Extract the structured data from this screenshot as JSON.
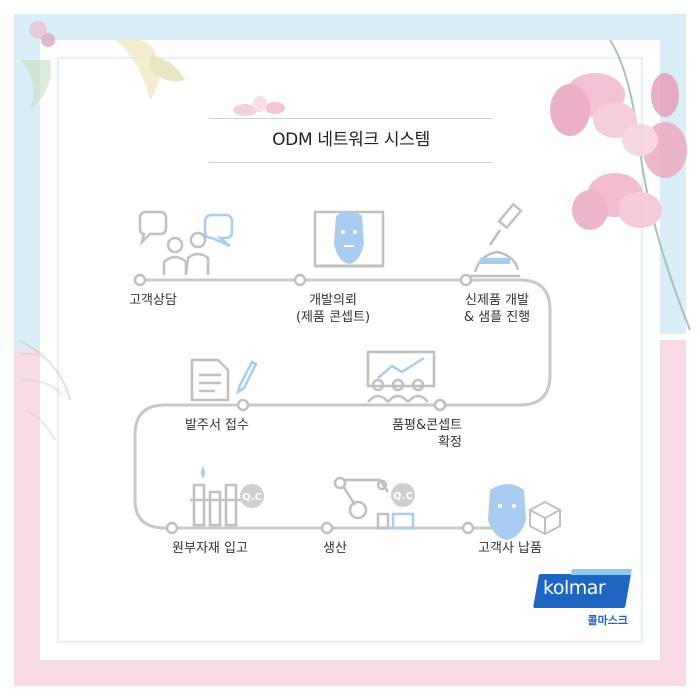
{
  "title": "ODM 네트워크 시스템",
  "steps": [
    {
      "label": "고객상담",
      "icon": "consultation-icon"
    },
    {
      "label": "개발의뢰\n(제품 콘셉트)",
      "icon": "mask-monitor-icon"
    },
    {
      "label": "신제품 개발\n& 샘플 진행",
      "icon": "microscope-icon"
    },
    {
      "label": "발주서 접수",
      "icon": "order-document-icon"
    },
    {
      "label": "품평&콘셉트\n확정",
      "icon": "presentation-icon"
    },
    {
      "label": "원부자재 입고",
      "icon": "materials-qc-icon"
    },
    {
      "label": "생산",
      "icon": "production-robot-icon"
    },
    {
      "label": "고객사 납품",
      "icon": "delivery-mask-icon"
    }
  ],
  "logo": {
    "brand": "kolmar",
    "sub": "콜마스크"
  },
  "colors": {
    "line": "#c8c8c8",
    "mask": "#a9cdf0",
    "pink": "#f6d6e4",
    "blue": "#d7ecf7",
    "brand": "#1f66c3"
  }
}
